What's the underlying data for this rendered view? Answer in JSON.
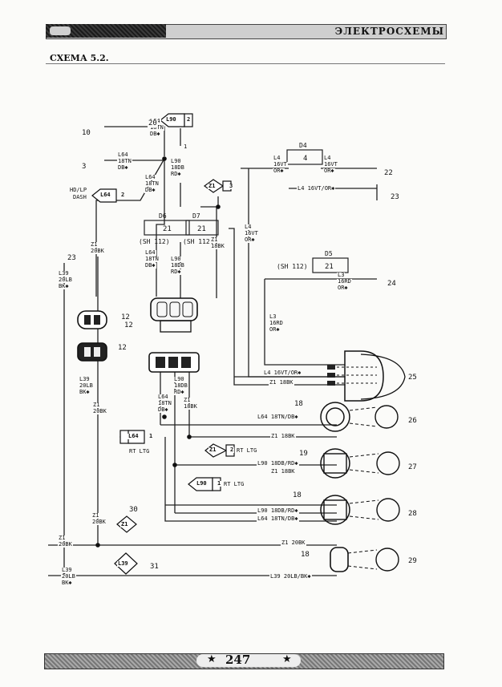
{
  "header": {
    "title": "ЭЛЕКТРОСХЕМЫ",
    "scheme_label": "СХЕМА 5.2."
  },
  "footer": {
    "page_number": "247",
    "star": "★"
  },
  "wire_labels": {
    "l64_18tn_db_top": [
      "L64",
      "18TN",
      "DB✱"
    ],
    "l64_18tn_db_mid": [
      "L64",
      "18TN",
      "DB✱"
    ],
    "l64_18tn_db_left": [
      "L64",
      "18TN",
      "DB✱"
    ],
    "l90_18db_rd_top": [
      "L90",
      "18DB",
      "RD✱"
    ],
    "l64_18tn_db_d6": [
      "L64",
      "18TN",
      "DB✱"
    ],
    "l90_18db_rd_d7": [
      "L90",
      "18DB",
      "RD✱"
    ],
    "z1_18bk_d7": [
      "Z1",
      "18BK"
    ],
    "z1_20bk_left": [
      "Z1",
      "20BK"
    ],
    "l39_20lb_bk": [
      "L39",
      "20LB",
      "BK✱"
    ],
    "l4_16vt_or_left": [
      "L4",
      "16VT",
      "OR✱"
    ],
    "l4_16vt_or_right": [
      "L4",
      "16VT",
      "OR✱"
    ],
    "l4_16vt_or_lower": "L4 16VT/OR✱",
    "l4_16vt_or_vert": [
      "L4",
      "16VT",
      "OR✱"
    ],
    "l3_16rd_or_right": [
      "L3",
      "16RD",
      "OR✱"
    ],
    "l3_16rd_or_vert": [
      "L3",
      "16RD",
      "OR✱"
    ],
    "l39_20lb_bk_lower": [
      "L39",
      "20LB",
      "BK✱"
    ],
    "z1_20bk_lower": [
      "Z1",
      "20BK"
    ],
    "l90_18db_rd_lower": [
      "L90",
      "18DB",
      "RD✱"
    ],
    "l64_18tn_db_lower": [
      "L64",
      "18TN",
      "DB✱"
    ],
    "z1_18bk_lower": [
      "Z1",
      "18BK"
    ],
    "z1_20bk_mid": [
      "Z1",
      "20BK"
    ],
    "z1_20bk_bottom": [
      "Z1",
      "20BK"
    ],
    "l39_20lb_bk_bottom": [
      "L39",
      "20LB",
      "BK✱"
    ],
    "h_l4_16vt_or": "L4 16VT/OR✱",
    "h_z1_18bk_25": "Z1 18BK",
    "h_l64_18tn_db_26": "L64 18TN/DB✱",
    "h_z1_18bk_26": "Z1 18BK",
    "h_l90_18db_rd_27": "L90 18DB/RD✱",
    "h_z1_18bk_27": "Z1 18BK",
    "h_l90_18db_rd_28": "L90 18DB/RD✱",
    "h_l64_18tn_db_28": "L64 18TN/DB✱",
    "h_z1_20bk_29": "Z1 20BK",
    "h_l39_20lb_bk_29": "L39 20LB/BK✱"
  },
  "fuses": {
    "d4": {
      "label": "D4",
      "value": "4"
    },
    "d6": {
      "label": "D6",
      "value": "21",
      "ref": "(SH 112)"
    },
    "d7": {
      "label": "D7",
      "value": "21",
      "ref": "(SH 112)"
    },
    "d5": {
      "label": "D5",
      "value": "21",
      "ref": "(SH 112)"
    }
  },
  "connector_tags": {
    "l90_top": {
      "text": "L90",
      "num": "2"
    },
    "z1_top": {
      "text": "Z1",
      "num": "3"
    },
    "l64_dash": {
      "text": "L64",
      "num": "2"
    },
    "l64_rt_ltg": {
      "text": "L64",
      "num": "1"
    },
    "z1_rt_ltg": {
      "text": "Z1",
      "num": "2"
    },
    "l90_rt_ltg": {
      "text": "L90",
      "num": "1"
    },
    "z1_30": {
      "text": "Z1"
    },
    "l39_31": {
      "text": "L39"
    }
  },
  "annotations": {
    "hd_lp": "HD/LP",
    "dash": "DASH",
    "rt_ltg_1": "RT LTG",
    "rt_ltg_2": "RT LTG",
    "rt_ltg_3": "RT LTG",
    "pin_1": "1"
  },
  "callouts": [
    "10",
    "3",
    "20",
    "12",
    "12",
    "12",
    "23",
    "18",
    "19",
    "18",
    "18",
    "22",
    "23",
    "24",
    "25",
    "26",
    "27",
    "28",
    "29",
    "30",
    "31"
  ]
}
